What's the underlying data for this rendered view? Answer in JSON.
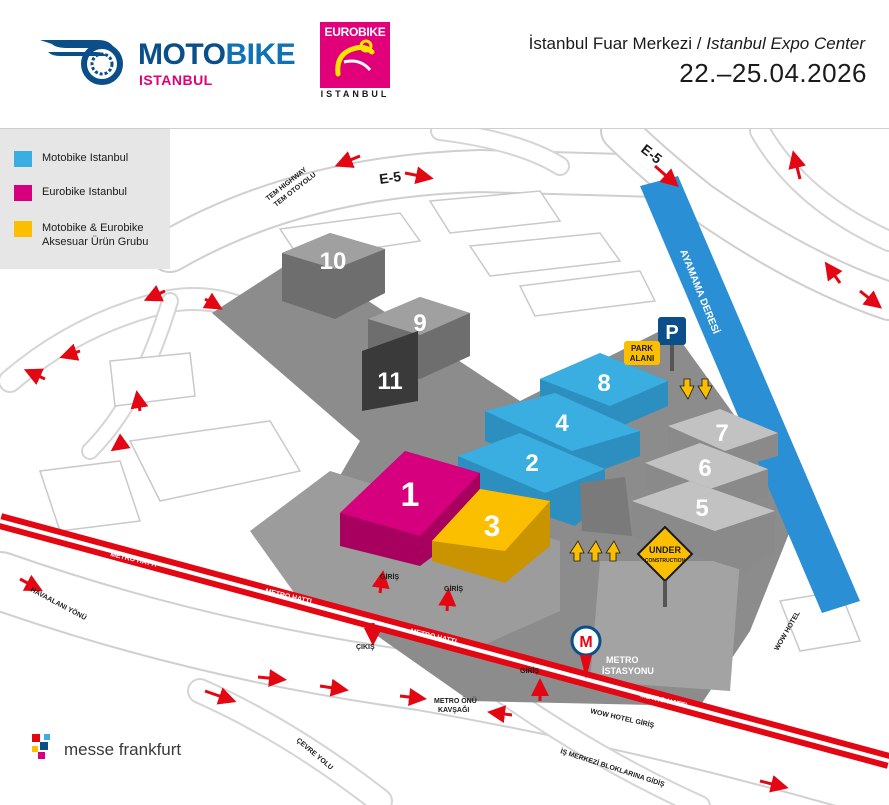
{
  "header": {
    "motobike_logo": {
      "word_moto": "MOTO",
      "word_bike": "BIKE",
      "city": "ISTANBUL"
    },
    "eurobike_logo": {
      "word": "EUROBIKE",
      "city": "ISTANBUL"
    },
    "venue_tr": "İstanbul Fuar Merkezi /",
    "venue_en": "Istanbul Expo Center",
    "dates": "22.–25.04.2026"
  },
  "legend": {
    "items": [
      {
        "label": "Motobike Istanbul",
        "color": "#3aaee0"
      },
      {
        "label": "Eurobike Istanbul",
        "color": "#d6007e"
      },
      {
        "label": "Motobike & Eurobike Aksesuar Ürün Grubu",
        "color": "#fbbf00"
      }
    ]
  },
  "halls": {
    "h1": "1",
    "h2": "2",
    "h3": "3",
    "h4": "4",
    "h5": "5",
    "h6": "6",
    "h7": "7",
    "h8": "8",
    "h9": "9",
    "h10": "10",
    "h11": "11"
  },
  "labels": {
    "e5_left": "E-5",
    "e5_right": "E-5",
    "tem_highway": "TEM HIGHWAY",
    "tem_otoyolu": "TEM OTOYOLU",
    "ayamama_1": "AYAMAMA DERESİ",
    "ayamama_2": "AYAMAMA DERESİ",
    "park_line1": "PARK",
    "park_line2": "ALANI",
    "parking_sign": "P",
    "under_construction_1": "UNDER",
    "under_construction_2": "CONSTRUCTION",
    "giris_1": "GİRİŞ",
    "giris_2": "GİRİŞ",
    "giris_3": "GİRİŞ",
    "cikis": "ÇIKIŞ",
    "metro_hatti_1": "METRO HATTI",
    "metro_hatti_2": "METRO HATTI",
    "metro_hatti_3": "METRO HATTI",
    "metro_hatti_4": "METRO HATTI",
    "metro_station_1": "METRO",
    "metro_station_2": "İSTASYONU",
    "metro_sign": "M",
    "havaalani": "HAVAALANI YÖNÜ",
    "cevre_yolu": "ÇEVRE YOLU",
    "metro_onu_1": "METRO ÖNÜ",
    "metro_onu_2": "KAVŞAĞI",
    "wow_hotel_giris": "WOW HOTEL GİRİŞ",
    "is_merkezi": "İŞ MERKEZİ BLOKLARINA GİDİŞ",
    "wow_hotel": "WOW HOTEL"
  },
  "footer": {
    "brand": "messe frankfurt"
  },
  "colors": {
    "motobike_blue": "#3aaee0",
    "eurobike_pink": "#d6007e",
    "accessory_yellow": "#fbbf00",
    "river_blue": "#2b8fd6",
    "metro_red": "#e30613",
    "ground_grey": "#8c8c8c"
  }
}
